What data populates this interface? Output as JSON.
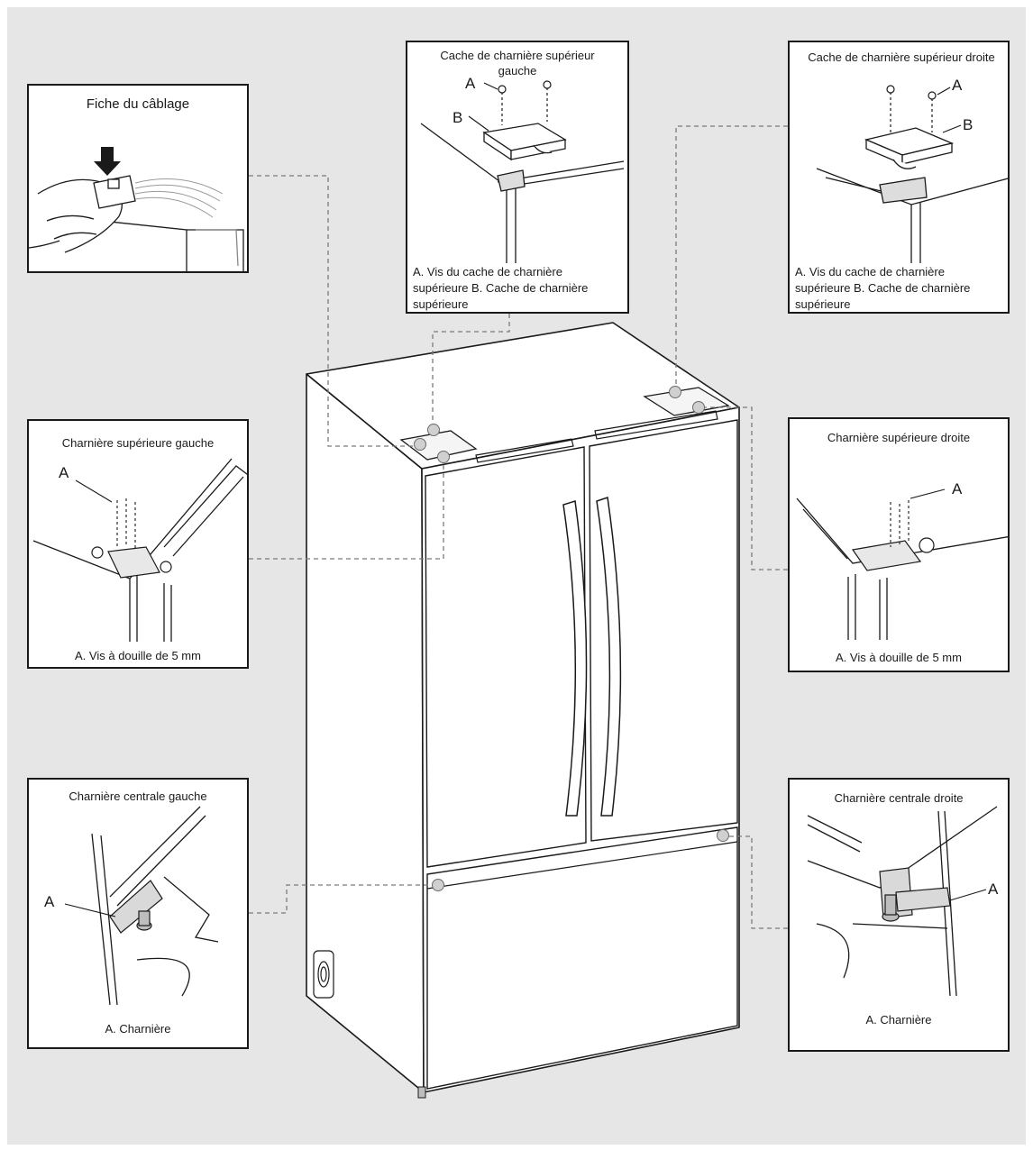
{
  "panels": {
    "wiring_plug": {
      "title": "Fiche du câblage"
    },
    "top_cover_left": {
      "title": "Cache de charnière supérieur gauche",
      "label_a": "A",
      "label_b": "B",
      "caption": "A. Vis du cache de charnière supérieure  B. Cache de charnière supérieure"
    },
    "top_cover_right": {
      "title": "Cache de charnière supérieur droite",
      "label_a": "A",
      "label_b": "B",
      "caption": "A. Vis du cache de charnière supérieure  B. Cache de charnière supérieure"
    },
    "top_hinge_left": {
      "title": "Charnière supérieure gauche",
      "label_a": "A",
      "caption": "A. Vis à douille de 5 mm"
    },
    "top_hinge_right": {
      "title": "Charnière supérieure droite",
      "label_a": "A",
      "caption": "A. Vis à douille de 5 mm"
    },
    "center_hinge_left": {
      "title": "Charnière centrale gauche",
      "label_a": "A",
      "caption": "A. Charnière"
    },
    "center_hinge_right": {
      "title": "Charnière centrale droite",
      "label_a": "A",
      "caption": "A. Charnière"
    }
  }
}
